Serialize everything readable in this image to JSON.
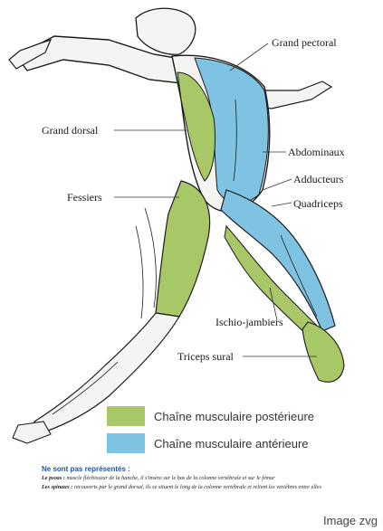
{
  "colors": {
    "posterior": "#a8c766",
    "anterior": "#7fc3e3",
    "outline": "#1c1c1c",
    "notes_title": "#1f55a8"
  },
  "labels": {
    "grand_pectoral": "Grand pectoral",
    "grand_dorsal": "Grand dorsal",
    "abdominaux": "Abdominaux",
    "adducteurs": "Adducteurs",
    "quadriceps": "Quadriceps",
    "fessiers": "Fessiers",
    "ischio_jambiers": "Ischio-jambiers",
    "triceps_sural": "Triceps sural"
  },
  "legend": {
    "posterior": "Chaîne musculaire postérieure",
    "anterior": "Chaîne musculaire antérieure"
  },
  "notes": {
    "title": "Ne sont pas représentés :",
    "psoas_term": "Le psoas :",
    "psoas_text": "muscle fléchisseur de la hanche, il s'insère sur le bas de la colonne vertébrale et sur le fémur",
    "spinaux_term": "Les spinaux :",
    "spinaux_text": "recouverts par le grand dorsal, ils se situent le long de la colonne vertébrale et relient les vertèbres entre elles"
  },
  "watermark": "Image zvg"
}
